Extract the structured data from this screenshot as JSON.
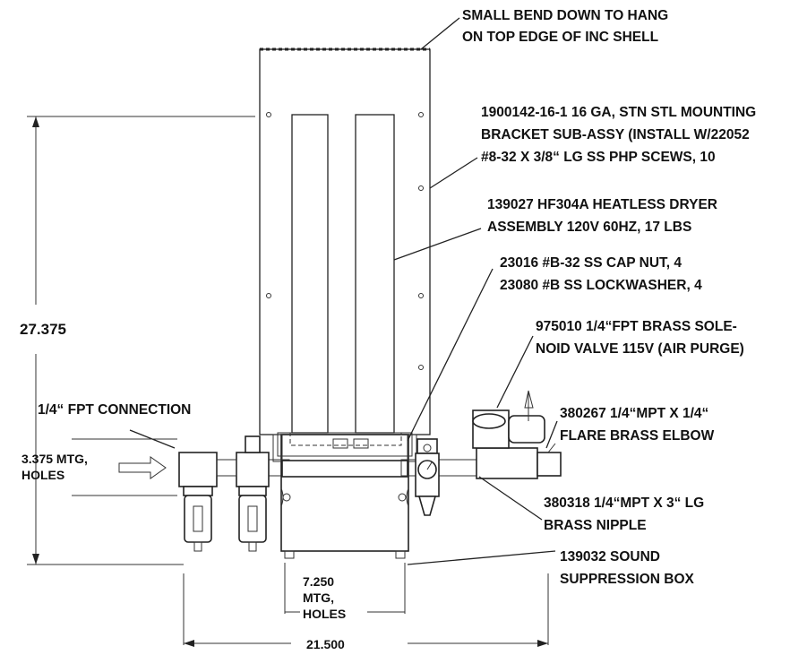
{
  "callouts": {
    "bend": [
      "SMALL BEND DOWN TO HANG",
      "ON TOP EDGE OF INC SHELL"
    ],
    "bracket": [
      "1900142-16-1 16 GA, STN STL MOUNTING",
      "BRACKET SUB-ASSY (INSTALL W/22052",
      "#8-32 X 3/8“ LG SS PHP SCEWS, 10"
    ],
    "dryer": [
      "139027 HF304A HEATLESS DRYER",
      "ASSEMBLY 120V 60HZ, 17 LBS"
    ],
    "capnut": [
      "23016 #B-32 SS CAP NUT, 4",
      "23080 #B SS LOCKWASHER, 4"
    ],
    "valve": [
      "975010 1/4“FPT BRASS SOLE-",
      "NOID VALVE 115V (AIR PURGE)"
    ],
    "connection": "1/4“ FPT CONNECTION",
    "elbow": [
      "380267 1/4“MPT X 1/4“",
      "FLARE BRASS ELBOW"
    ],
    "nipple": [
      "380318 1/4“MPT X 3“ LG",
      "BRASS NIPPLE"
    ],
    "sound_box": [
      "139032 SOUND",
      "SUPPRESSION BOX"
    ]
  },
  "dimensions": {
    "height": "27.375",
    "mtg_left": [
      "3.375 MTG,",
      "HOLES"
    ],
    "mtg_bottom": [
      "7.250",
      "MTG,",
      "HOLES"
    ],
    "width": "21.500"
  }
}
